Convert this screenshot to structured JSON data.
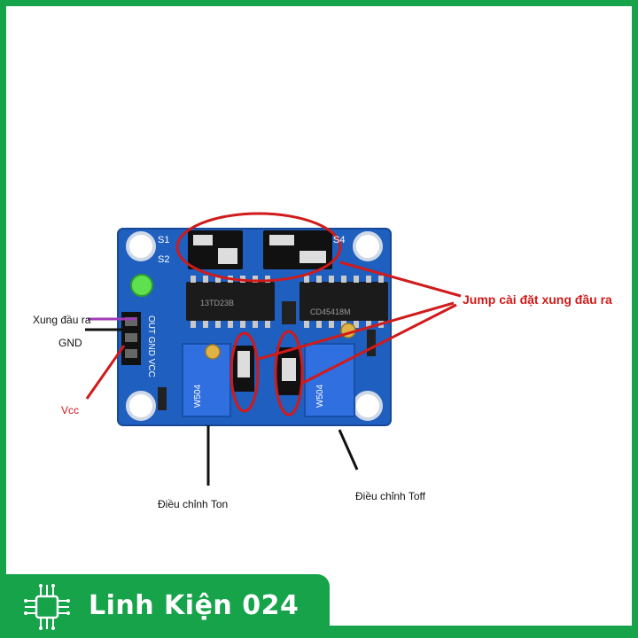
{
  "labels": {
    "pulse_out": "Xung đầu ra",
    "gnd": "GND",
    "vcc": "Vcc",
    "jumper_setting": "Jump cài đặt xung đầu ra",
    "adjust_ton": "Điều chỉnh Ton",
    "adjust_toff": "Điều chỉnh Toff"
  },
  "board_markings": {
    "s1": "S1",
    "s2": "S2",
    "s4": "S4",
    "pins": "OUT GND VCC",
    "chip1": "13TD23B",
    "chip2": "CD45418M",
    "pot_left": "W504",
    "pot_right": "W504"
  },
  "brand": {
    "name": "Linh Kiện 024"
  },
  "colors": {
    "frame_green": "#16a34a",
    "board_blue": "#1f5fbf",
    "annotation_red": "#d11a1a",
    "annotation_purple": "#a23bb8"
  }
}
